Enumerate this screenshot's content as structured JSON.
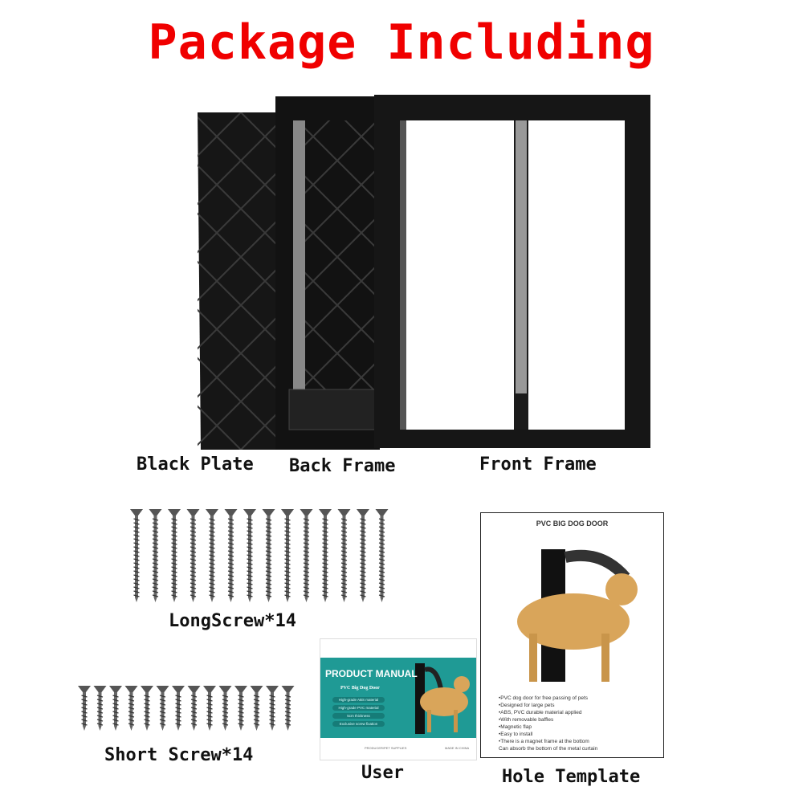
{
  "title": "Package Including",
  "parts": {
    "black_plate": "Black Plate",
    "back_frame": "Back Frame",
    "front_frame": "Front Frame",
    "long_screw": "LongScrew*14",
    "short_screw": "Short Screw*14",
    "user": "User",
    "hole_template": "Hole Template"
  },
  "screw_count": {
    "long": 14,
    "short": 14
  },
  "colors": {
    "title": "#f00000",
    "manual_teal": "#1f9a95",
    "frame": "#1a1a1a"
  },
  "manual": {
    "title": "PRODUCT MANUAL",
    "subtitle": "PVC Big Dog Door",
    "features": [
      "High-grade ABS material",
      "High-grade PVC material",
      "5cm thickness",
      "Exclusive screw fixation"
    ],
    "footer_left": "PRODUCER/PET SUPPLIES",
    "footer_right": "MADE IN CHINA"
  },
  "template": {
    "title": "PVC BIG DOG DOOR",
    "bullets": [
      "•PVC dog door for free passing of pets",
      "•Designed for large pets",
      "•ABS, PVC durable material applied",
      "•With removable baffles",
      "•Magnetic flap",
      "•Easy to install",
      "•There is a magnet frame at the bottom",
      "Can absorb the bottom of the metal curtain"
    ]
  }
}
